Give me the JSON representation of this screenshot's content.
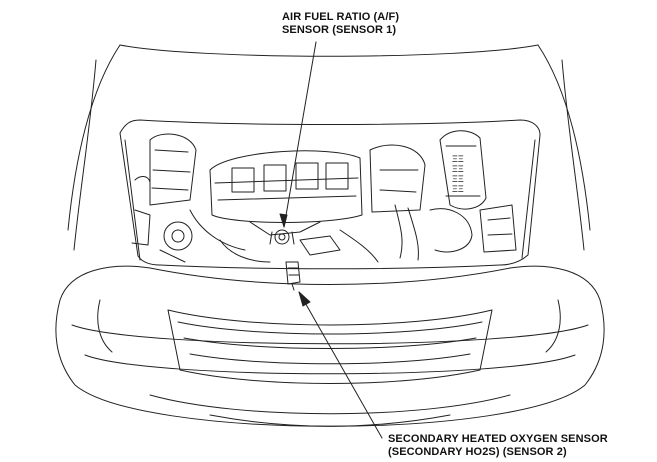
{
  "labels": {
    "af_sensor": {
      "line1": "AIR FUEL RATIO (A/F)",
      "line2": "SENSOR (SENSOR 1)"
    },
    "ho2s_sensor": {
      "line1": "SECONDARY HEATED OXYGEN SENSOR",
      "line2": "(SECONDARY HO2S) (SENSOR 2)"
    }
  },
  "fuse_box_marks": [
    "ΞΞ",
    "ΞΞ",
    "ΞΞ",
    "ΞΞ"
  ],
  "colors": {
    "line": "#222222",
    "background": "#ffffff"
  }
}
